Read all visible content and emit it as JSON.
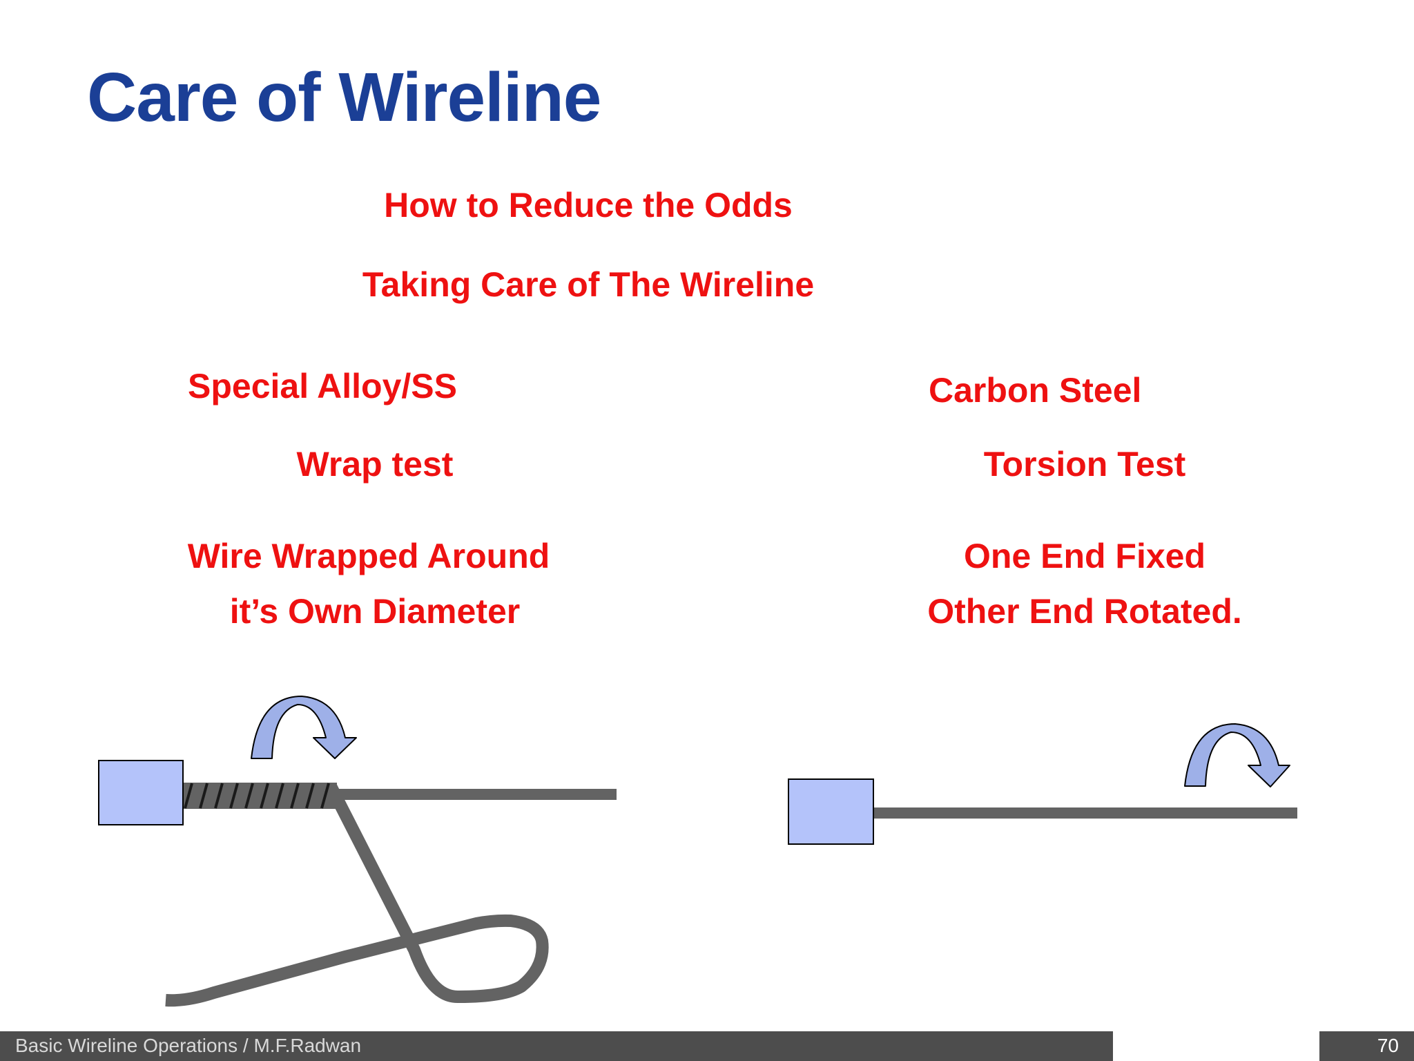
{
  "slide": {
    "title": "Care of Wireline",
    "heading1": "How to Reduce the Odds",
    "heading2": "Taking Care of The Wireline"
  },
  "left": {
    "material": "Special Alloy/SS",
    "test": "Wrap test",
    "desc_line1": "Wire Wrapped Around",
    "desc_line2": "it’s Own Diameter"
  },
  "right": {
    "material": "Carbon Steel",
    "test": "Torsion Test",
    "desc_line1": "One End Fixed",
    "desc_line2": "Other End Rotated."
  },
  "footer": {
    "text": "Basic Wireline Operations / M.F.Radwan",
    "page_number": "70"
  },
  "colors": {
    "title": "#1b3f96",
    "accent_text": "#ee1111",
    "block_fill": "#b4c3fa",
    "wire": "#636363",
    "arrow_fill": "#9eb0e8",
    "footer_bg": "#4d4d4d"
  },
  "icons": [
    "wrap-test-diagram",
    "torsion-test-diagram",
    "rotation-arrow-icon"
  ]
}
